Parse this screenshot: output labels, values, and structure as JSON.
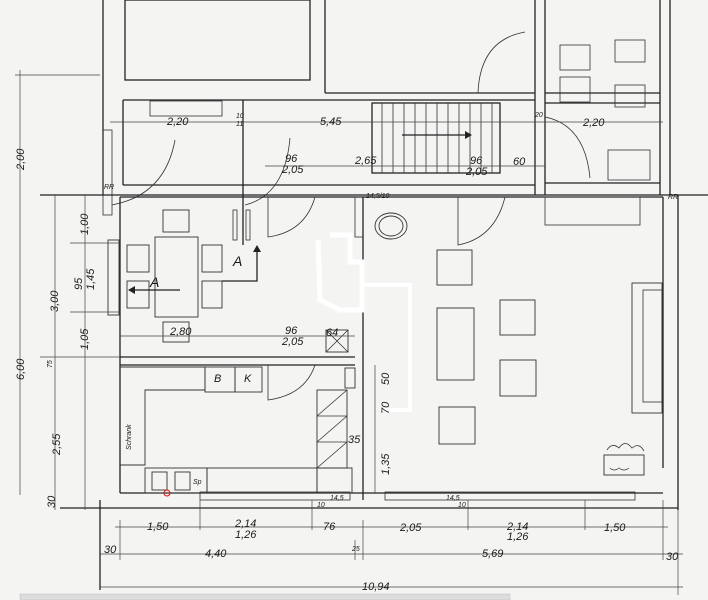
{
  "plan": {
    "top": {
      "d1": "2,20",
      "d2a": "10",
      "d2b": "11",
      "d3": "5,45",
      "d4": "20",
      "d5": "2,20",
      "d6a": "96",
      "d6b": "2,05",
      "d7": "2,65",
      "d8a": "96",
      "d8b": "2,05",
      "d9": "60"
    },
    "left": {
      "d1": "2,00",
      "d2": "6,00",
      "d3": "3,00",
      "d4": "2,55",
      "d5": "30",
      "d6": "1,00",
      "d7a": "95",
      "d7b": "1,45",
      "d8": "1,05",
      "d9": "75"
    },
    "inner": {
      "table": "2,80",
      "doorA": "96",
      "doorB": "2,05",
      "d64": "64",
      "d50": "50",
      "d70": "70",
      "d35": "35",
      "d135": "1,35",
      "b": "B",
      "k": "K",
      "schrank": "Schrank",
      "sp": "Sp",
      "sectionA1": "A",
      "sectionA2": "A",
      "rr1": "RR",
      "rr2": "RR",
      "s1": "14,5/10",
      "s2a": "14,5",
      "s2b": "10",
      "s3a": "14,5",
      "s3b": "10"
    },
    "bottom": {
      "r1a": "1,50",
      "r1b": "2,14",
      "r1c": "1,26",
      "r1d": "76",
      "r1e": "2,05",
      "r1f": "2,14",
      "r1g": "1,26",
      "r1h": "1,50",
      "r2a": "30",
      "r2b": "4,40",
      "r2c": "25",
      "r2d": "5,69",
      "r2e": "30",
      "total": "10,94"
    }
  }
}
